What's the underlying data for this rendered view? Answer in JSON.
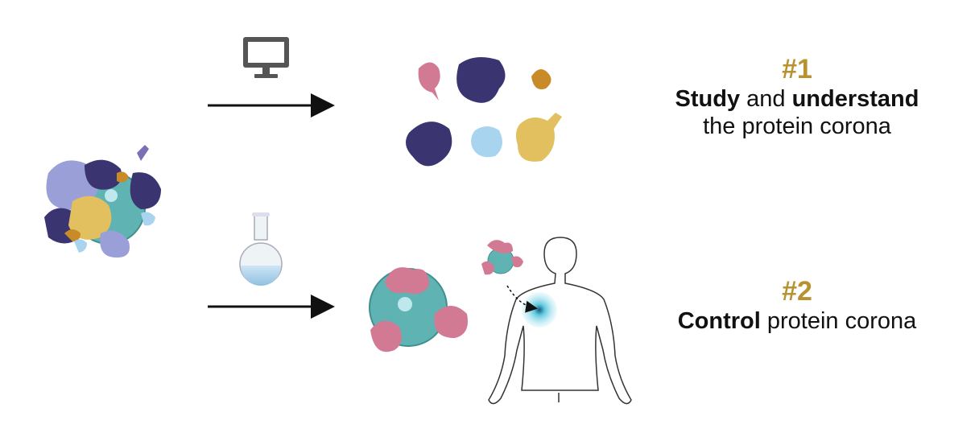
{
  "goal1": {
    "number": "#1",
    "bold1": "Study",
    "mid": " and ",
    "bold2": "understand",
    "line2": "the protein corona"
  },
  "goal2": {
    "number": "#2",
    "bold": "Control",
    "rest": " protein corona"
  },
  "colors": {
    "accent": "#b8922e",
    "dark_protein": "#3a3570",
    "pink_protein": "#d27a94",
    "light_blue_protein": "#a8d4f0",
    "yellow_protein": "#e2c060",
    "orange_protein": "#c98a28",
    "nanoparticle": "#5fb3b3",
    "lavender_protein": "#9a9fd8"
  },
  "icons": [
    "computer-icon",
    "flask-icon",
    "human-body-icon"
  ]
}
